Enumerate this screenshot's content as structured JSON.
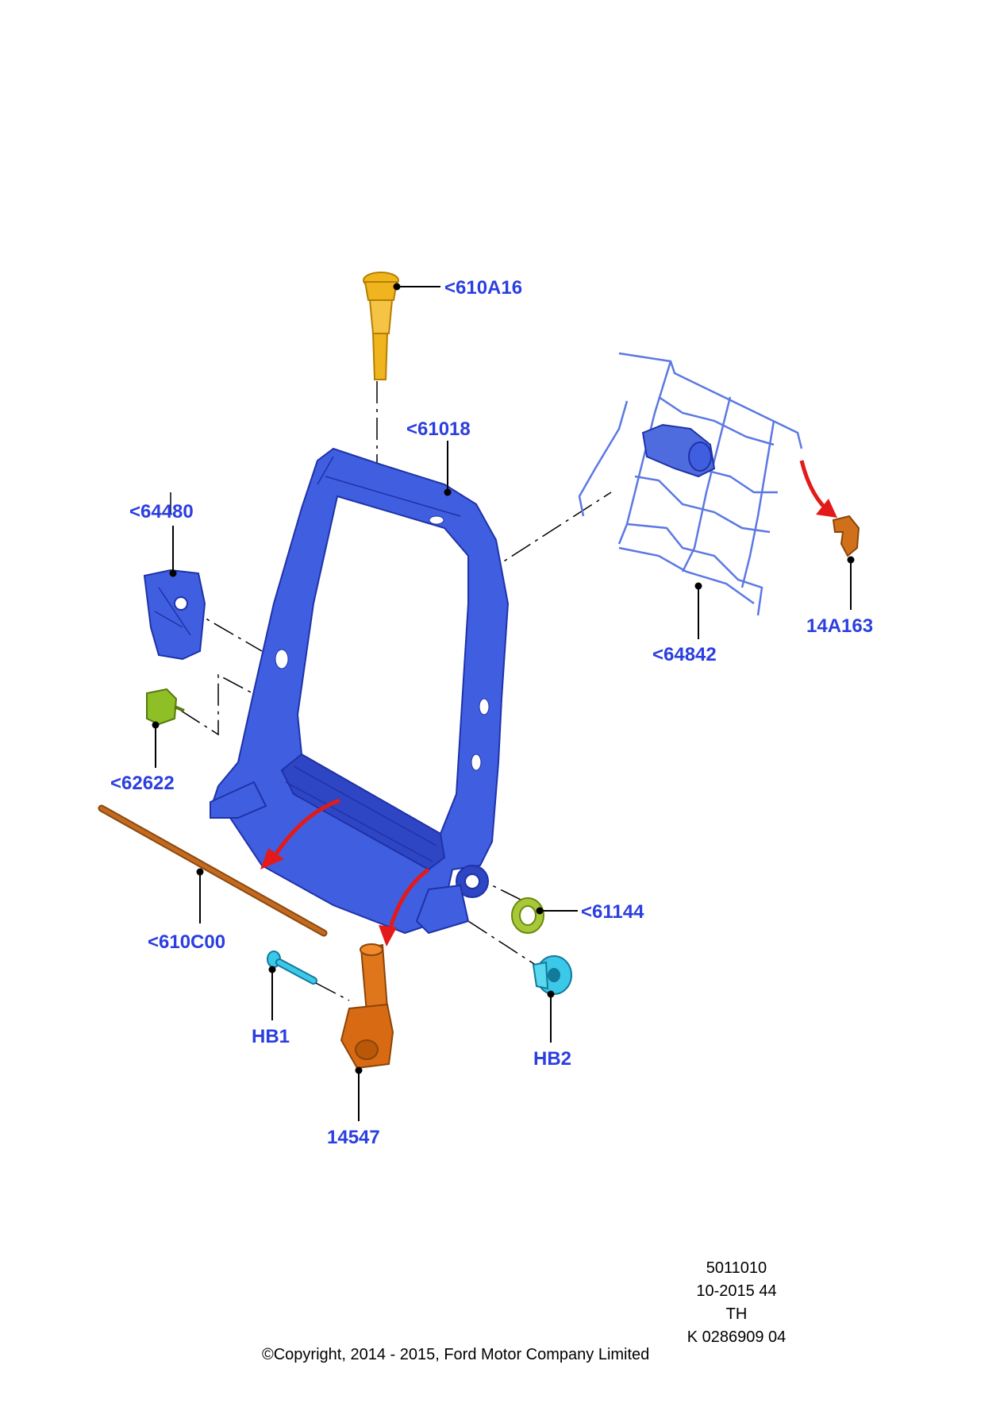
{
  "colors": {
    "label_text": "#2b3ee0",
    "frame": "#3f5fe0",
    "bolt_610A16": "#f0b41e",
    "motor_14547": "#e0761c",
    "pin_62622": "#8fbf26",
    "washer_61144": "#a8c83a",
    "cap_HB2": "#3cc8e8",
    "bolt_HB1": "#3cc8e8",
    "rod_610C00": "#b0601c",
    "clip_14A163": "#d0701a",
    "arrow": "#e21a1a"
  },
  "callouts": [
    {
      "id": "610A16",
      "label": "<610A16"
    },
    {
      "id": "61018",
      "label": "<61018"
    },
    {
      "id": "64480",
      "label": "<64480"
    },
    {
      "id": "64842",
      "label": "<64842"
    },
    {
      "id": "14A163",
      "label": "14A163"
    },
    {
      "id": "62622",
      "label": "<62622"
    },
    {
      "id": "610C00",
      "label": "<610C00"
    },
    {
      "id": "61144",
      "label": "<61144"
    },
    {
      "id": "HB1",
      "label": "HB1"
    },
    {
      "id": "HB2",
      "label": "HB2"
    },
    {
      "id": "14547",
      "label": "14547"
    }
  ],
  "footer": {
    "code": "5011010",
    "date": "10-2015 44",
    "lang": "TH",
    "ref": "K 0286909 04",
    "copyright": "©Copyright, 2014 - 2015, Ford Motor Company Limited"
  }
}
